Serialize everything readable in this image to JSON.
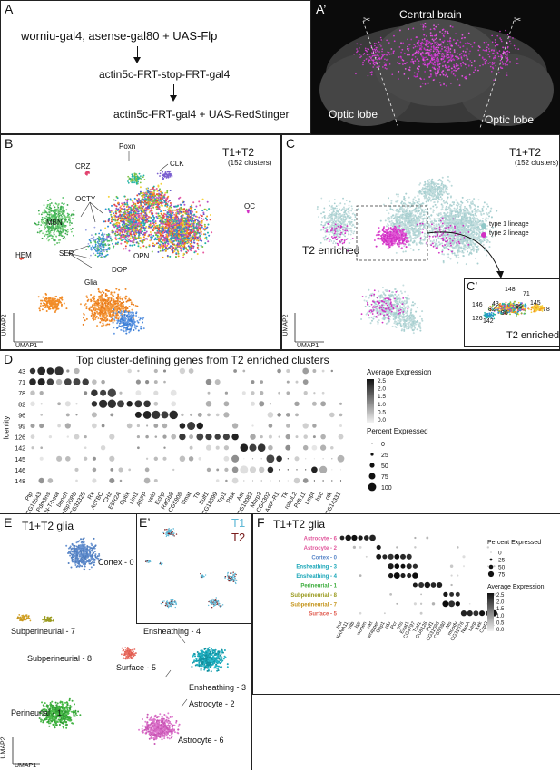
{
  "panelA": {
    "label": "A",
    "line1": "worniu-gal4, asense-gal80 + UAS-Flp",
    "line2": "actin5c-FRT-stop-FRT-gal4",
    "line3": "actin5c-FRT-gal4 + UAS-RedStinger"
  },
  "panelA2": {
    "label": "A’",
    "central": "Central brain",
    "optic_left": "Optic lobe",
    "optic_right": "Optic lobe"
  },
  "panelB": {
    "label": "B",
    "title": "T1+T2",
    "subtitle": "(152 clusters)",
    "clusters": [
      "Poxn",
      "CRZ",
      "CLK",
      "OCTY",
      "MBN",
      "OC",
      "HEM",
      "SER",
      "DOP",
      "OPN",
      "Glia"
    ],
    "xaxis": "UMAP1",
    "yaxis": "UMAP2"
  },
  "panelC": {
    "label": "C",
    "title": "T1+T2",
    "subtitle": "(152 clusters)",
    "legend": [
      {
        "name": "type 1 lineage",
        "color": "#8fc7c7"
      },
      {
        "name": "type 2 lineage",
        "color": "#d12fc4"
      }
    ],
    "enriched": "T2 enriched",
    "xaxis": "UMAP1",
    "yaxis": "UMAP2"
  },
  "panelC2": {
    "label": "C’",
    "caption": "T2 enriched",
    "ids": [
      "148",
      "71",
      "146",
      "43",
      "82",
      "78",
      "145",
      "96",
      "99",
      "126",
      "142"
    ]
  },
  "panelD": {
    "label": "D",
    "title": "Top cluster-defining genes from T2 enriched clusters",
    "ylabel": "Identity",
    "rows": [
      "43",
      "71",
      "78",
      "82",
      "96",
      "99",
      "126",
      "142",
      "145",
      "146",
      "148"
    ],
    "genes": [
      "Ptp",
      "CG10543",
      "Pdm3ns",
      "N-T-beta",
      "bench",
      "Hsp70Bb",
      "CG32325",
      "Rx",
      "AcTBC",
      "CHz",
      "E5R2A",
      "Optix",
      "Lim1",
      "ASFP",
      "velo",
      "Ecbp",
      "RaGb8",
      "CG5908",
      "Vmat",
      "Ttl",
      "Sulf1",
      "CG18599",
      "Trp1",
      "Ptsk",
      "Ast",
      "CG10082",
      "Mnrp2",
      "CG4302",
      "AstA-R1",
      "Tk",
      "roboL2",
      "Pdfr11",
      "Lmpt",
      "hsc",
      "otk",
      "CG14331"
    ],
    "color_legend_title": "Average Expression",
    "color_ticks": [
      "2.5",
      "2.0",
      "1.5",
      "1.0",
      "0.5",
      "0.0"
    ],
    "size_legend_title": "Percent Expressed",
    "size_ticks": [
      "0",
      "25",
      "50",
      "75",
      "100"
    ]
  },
  "panelE": {
    "label": "E",
    "title": "T1+T2 glia",
    "clusters": [
      "Cortex - 0",
      "Subperineurial - 7",
      "Subperineurial - 8",
      "Surface - 5",
      "Ensheathing - 4",
      "Ensheathing - 3",
      "Perineurial - 1",
      "Astrocyte - 2",
      "Astrocyte - 6"
    ],
    "xaxis": "UMAP1",
    "yaxis": "UMAP2"
  },
  "panelE2": {
    "label": "E’",
    "t1": "T1",
    "t2": "T2",
    "t1_color": "#5fb8d6",
    "t2_color": "#7a1d1d"
  },
  "panelF": {
    "label": "F",
    "title": "T1+T2 glia",
    "rows": [
      {
        "name": "Astrocyte - 6",
        "color": "#e0559b"
      },
      {
        "name": "Astrocyte - 2",
        "color": "#e0559b"
      },
      {
        "name": "Cortex - 0",
        "color": "#5a87c9"
      },
      {
        "name": "Ensheathing - 3",
        "color": "#19a6b8"
      },
      {
        "name": "Ensheathing - 4",
        "color": "#19a6b8"
      },
      {
        "name": "Perineurial - 1",
        "color": "#3fae3f"
      },
      {
        "name": "Subperineurial - 8",
        "color": "#9a9a1e"
      },
      {
        "name": "Subperineurial - 7",
        "color": "#c5951c"
      },
      {
        "name": "Surface - 5",
        "color": "#e05a4e"
      }
    ],
    "genes": [
      "trol",
      "KANA11",
      "mtb",
      "lsp",
      "wunen",
      "nkt",
      "wrapper",
      "Gap1",
      "rdo",
      "Pcr",
      "ens",
      "Eaat1",
      "CG4797",
      "Traf1",
      "CG6126",
      "Pvf1",
      "CG31086",
      "CG5080",
      "Ms",
      "moody",
      "CG31076",
      "NanA",
      "Larp",
      "Kek",
      "Crpt3",
      "Pkp"
    ],
    "size_legend_title": "Percent Expressed",
    "size_ticks": [
      "0",
      "25",
      "50",
      "75"
    ],
    "color_legend_title": "Average Expression",
    "color_ticks": [
      "2.5",
      "2.0",
      "1.5",
      "1.0",
      "0.5",
      "0.0"
    ]
  }
}
